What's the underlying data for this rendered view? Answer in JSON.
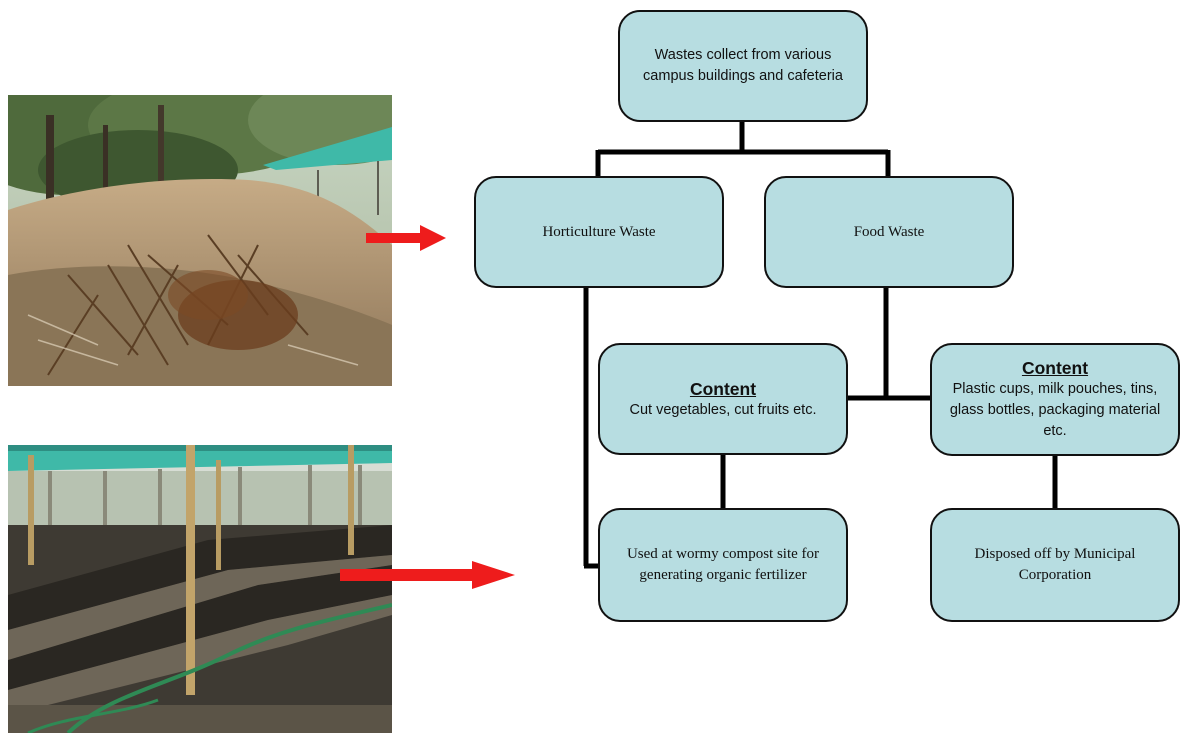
{
  "diagram": {
    "root": {
      "text": "Wastes collect from various campus buildings and cafeteria"
    },
    "horticulture": {
      "text": "Horticulture Waste"
    },
    "food": {
      "text": "Food Waste"
    },
    "content_left": {
      "heading": "Content",
      "text": "Cut vegetables, cut fruits etc."
    },
    "content_right": {
      "heading": "Content",
      "text": "Plastic cups, milk pouches, tins, glass bottles, packaging material etc."
    },
    "compost": {
      "text": "Used at wormy compost site for generating organic fertilizer"
    },
    "disposed": {
      "text": "Disposed off by Municipal Corporation"
    }
  },
  "colors": {
    "box_fill": "#b7dde1",
    "box_border": "#111111",
    "connector": "#000000",
    "arrow": "#ee1c1c",
    "shade_net": "#3fb9a8"
  },
  "photos": [
    {
      "subject": "horticulture-waste-heap-photo"
    },
    {
      "subject": "vermicompost-beds-photo"
    }
  ]
}
